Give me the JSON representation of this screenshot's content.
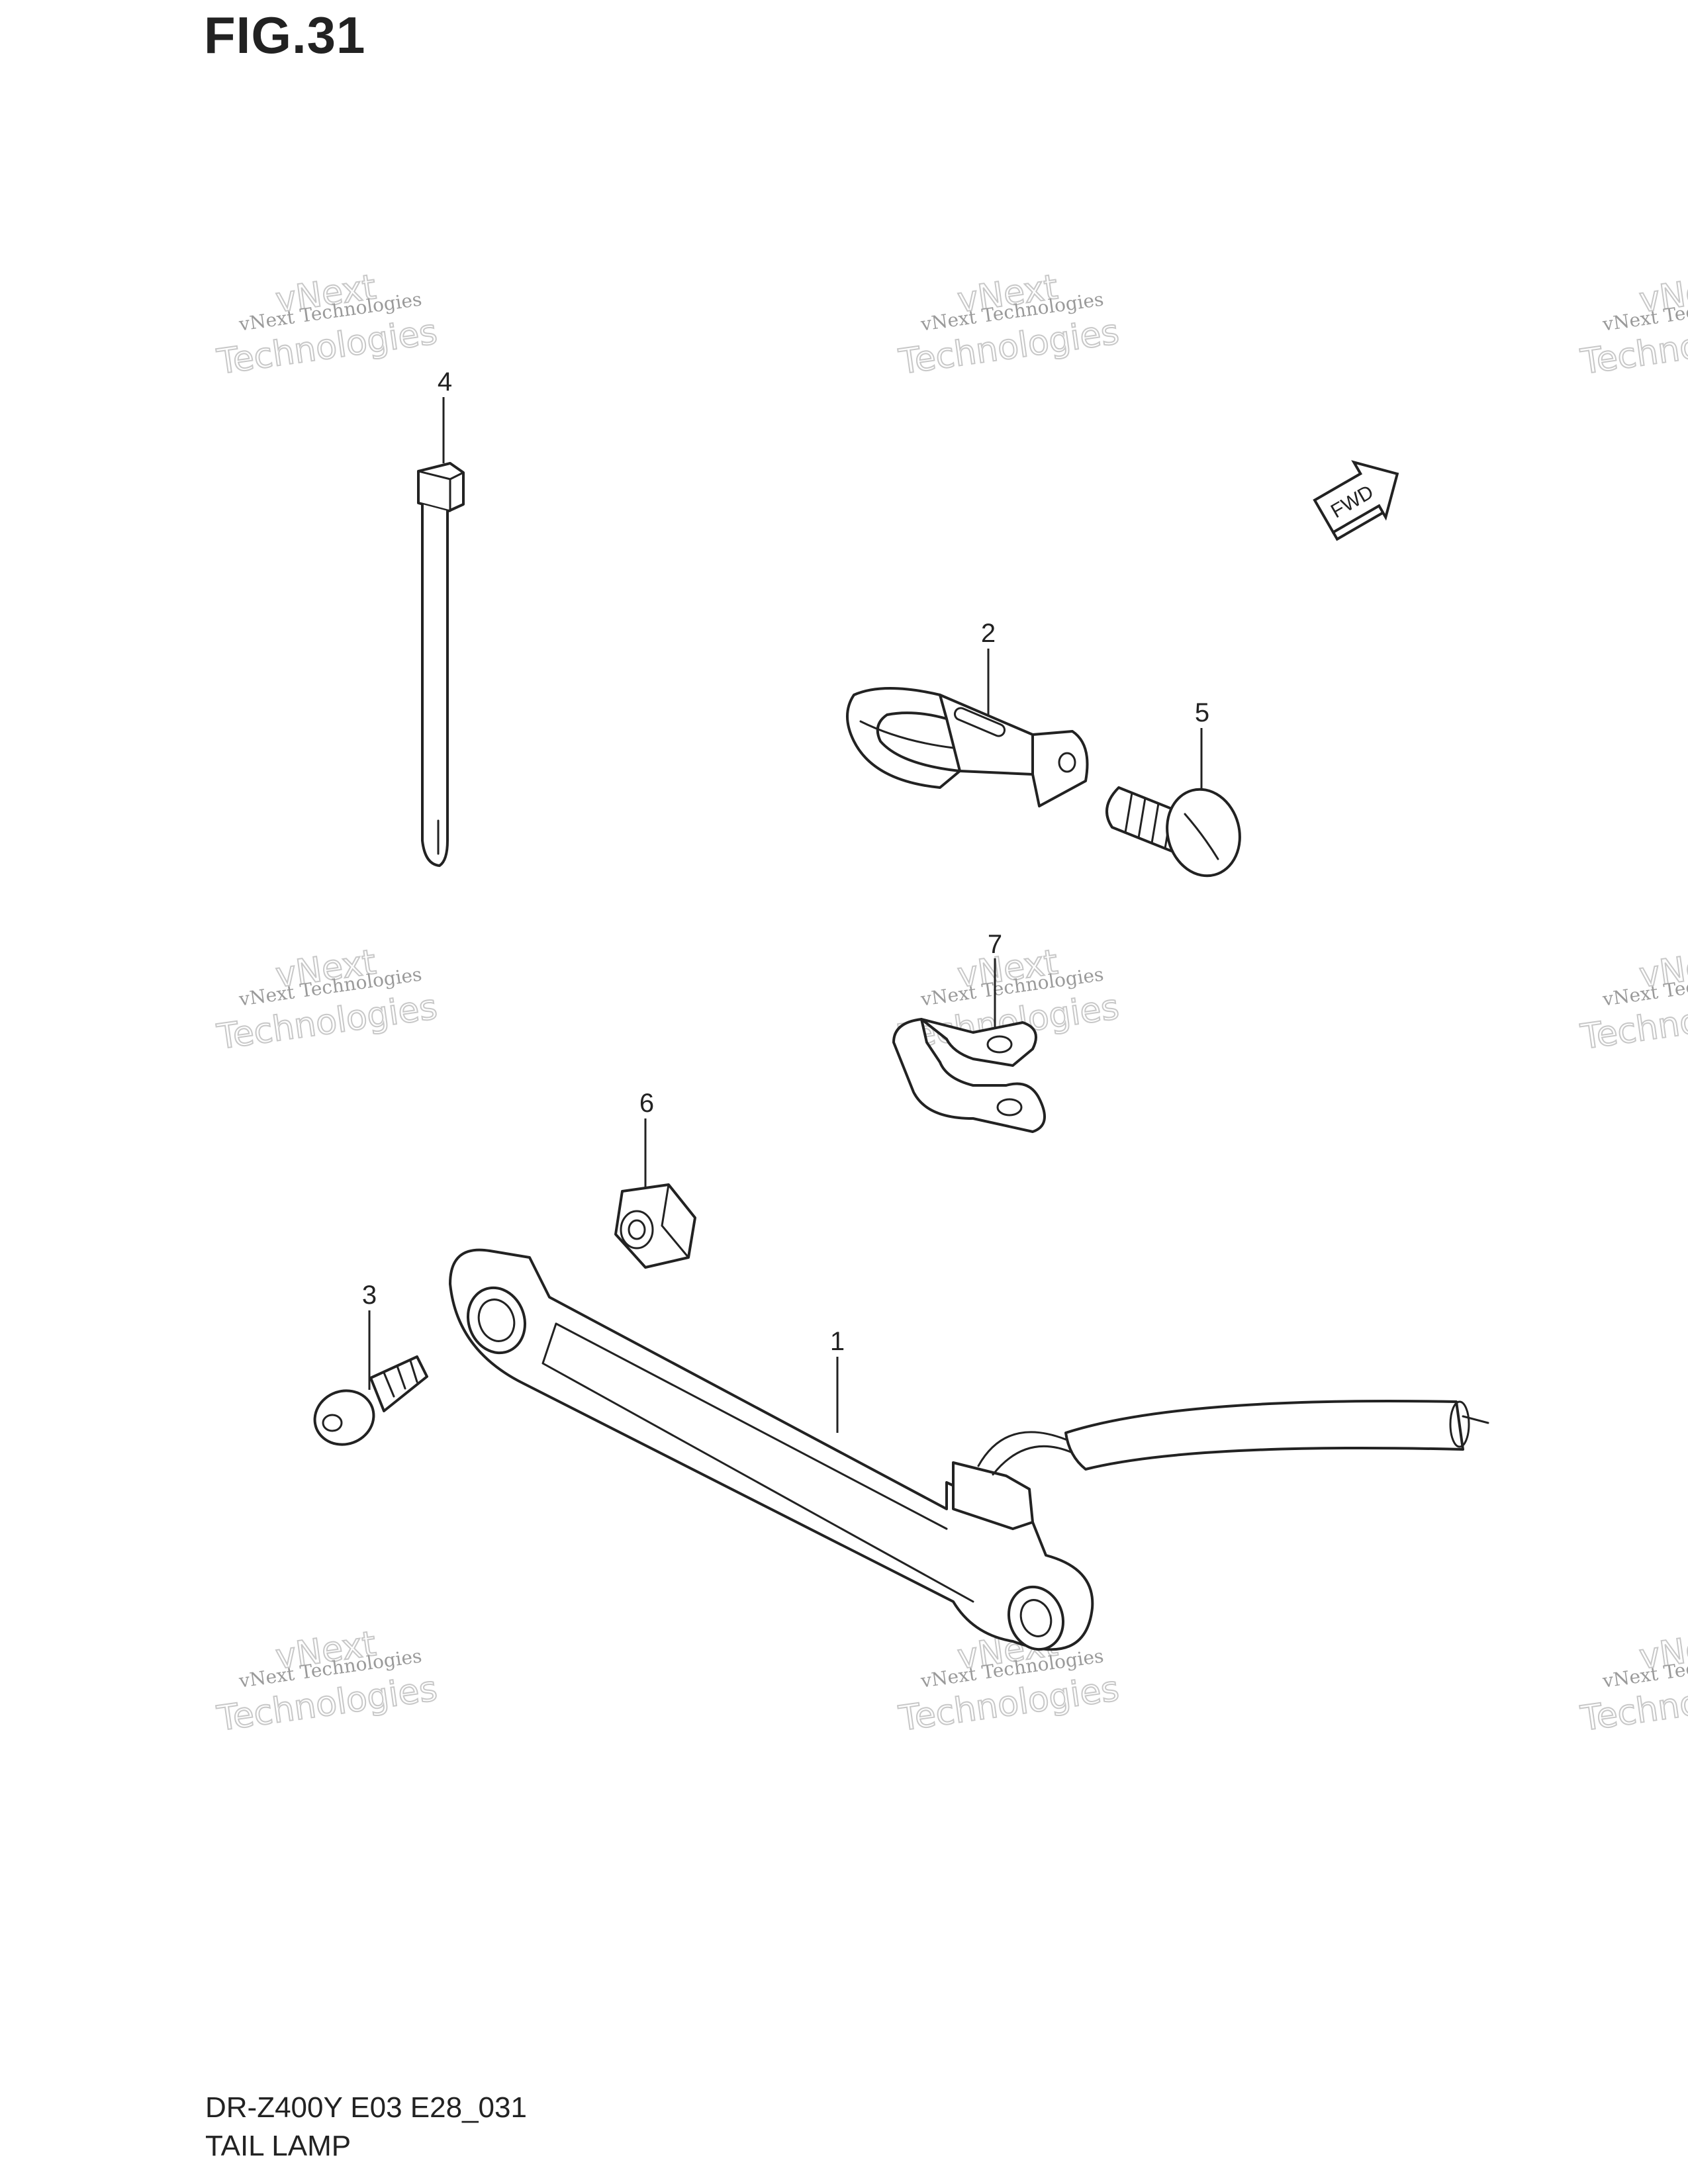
{
  "figure": {
    "title": "FIG.31",
    "model_code": "DR-Z400Y E03 E28_031",
    "caption": "TAIL LAMP"
  },
  "direction_marker": {
    "label": "FWD"
  },
  "callouts": [
    {
      "id": "1",
      "part": "tail lamp assembly"
    },
    {
      "id": "2",
      "part": "bracket clamp"
    },
    {
      "id": "3",
      "part": "screw"
    },
    {
      "id": "4",
      "part": "cable tie"
    },
    {
      "id": "5",
      "part": "screw"
    },
    {
      "id": "6",
      "part": "nut"
    },
    {
      "id": "7",
      "part": "cord clamp"
    }
  ],
  "watermark": {
    "small_text": "vNext Technologies",
    "big_line1": "vNext",
    "big_line2": "Technologies"
  }
}
